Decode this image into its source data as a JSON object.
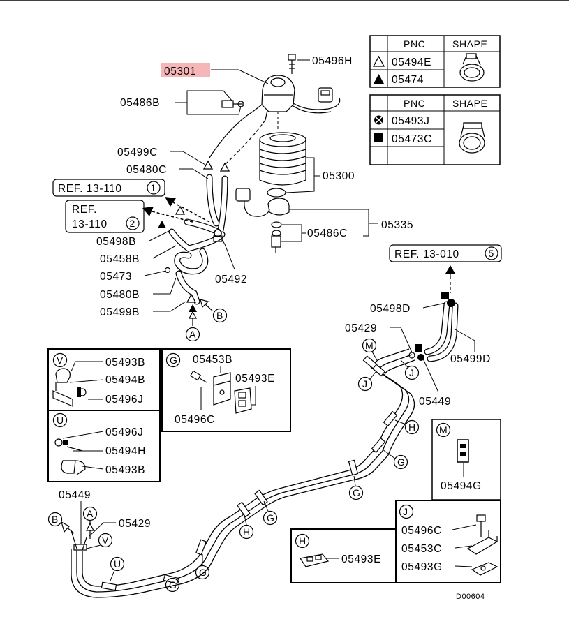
{
  "diagram": {
    "diagram_id": "D00604",
    "highlight_color": "#f4b6b6",
    "part_labels": {
      "p05301": "05301",
      "p05496H": "05496H",
      "p05486B": "05486B",
      "p05499C": "05499C",
      "p05480C": "05480C",
      "p05300": "05300",
      "p05335": "05335",
      "p05486C": "05486C",
      "p05498B": "05498B",
      "p05458B": "05458B",
      "p05473": "05473",
      "p05480B": "05480B",
      "p05499B": "05499B",
      "p05492": "05492",
      "p05498D": "05498D",
      "p05429a": "05429",
      "p05499D": "05499D",
      "p05449a": "05449",
      "p05449b": "05449",
      "p05429b": "05429"
    },
    "references": {
      "ref1": "REF. 13-110",
      "ref1_num": "1",
      "ref2_line1": "REF.",
      "ref2_line2": "13-110",
      "ref2_num": "2",
      "ref3": "REF. 13-010",
      "ref3_num": "5"
    },
    "shape_table_1": {
      "header_pnc": "PNC",
      "header_shape": "SHAPE",
      "rows": [
        "05494E",
        "05474"
      ]
    },
    "shape_table_2": {
      "header_pnc": "PNC",
      "header_shape": "SHAPE",
      "rows": [
        "05493J",
        "05473C"
      ]
    },
    "detail_V": {
      "letter": "V",
      "parts": [
        "05493B",
        "05494B",
        "05496J"
      ]
    },
    "detail_U": {
      "letter": "U",
      "parts": [
        "05496J",
        "05494H",
        "05493B"
      ]
    },
    "detail_G": {
      "letter": "G",
      "parts": [
        "05453B",
        "05493E",
        "05496C"
      ]
    },
    "detail_M": {
      "letter": "M",
      "parts": [
        "05494G"
      ]
    },
    "detail_J": {
      "letter": "J",
      "parts": [
        "05496C",
        "05453C",
        "05493G"
      ]
    },
    "detail_H": {
      "letter": "H",
      "parts": [
        "05493E"
      ]
    },
    "callout_letters": {
      "A": "A",
      "B": "B",
      "G": "G",
      "H": "H",
      "J": "J",
      "M": "M",
      "U": "U",
      "V": "V"
    }
  }
}
